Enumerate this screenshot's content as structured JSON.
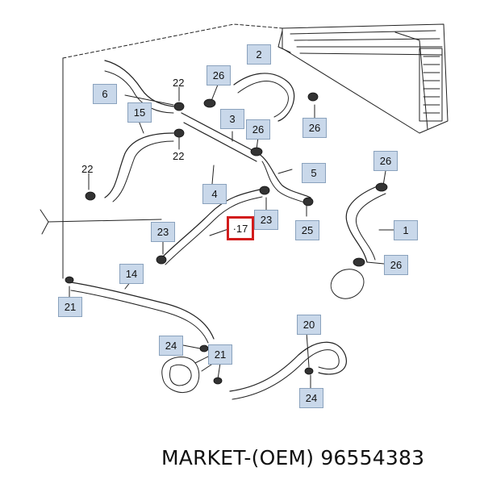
{
  "diagram": {
    "part_labels": [
      "1",
      "2",
      "3",
      "4",
      "5",
      "6",
      "14",
      "15",
      "17",
      "20",
      "21",
      "21",
      "23",
      "23",
      "24",
      "24",
      "25",
      "26",
      "26",
      "26",
      "26",
      "26"
    ],
    "plain_numbers": [
      "22",
      "22",
      "22"
    ],
    "highlighted_part": "17",
    "highlight_color": "#d21c1c",
    "label_fill": "#c9d8ea"
  },
  "footer": {
    "text": "MARKET-(OEM) 96554383"
  }
}
